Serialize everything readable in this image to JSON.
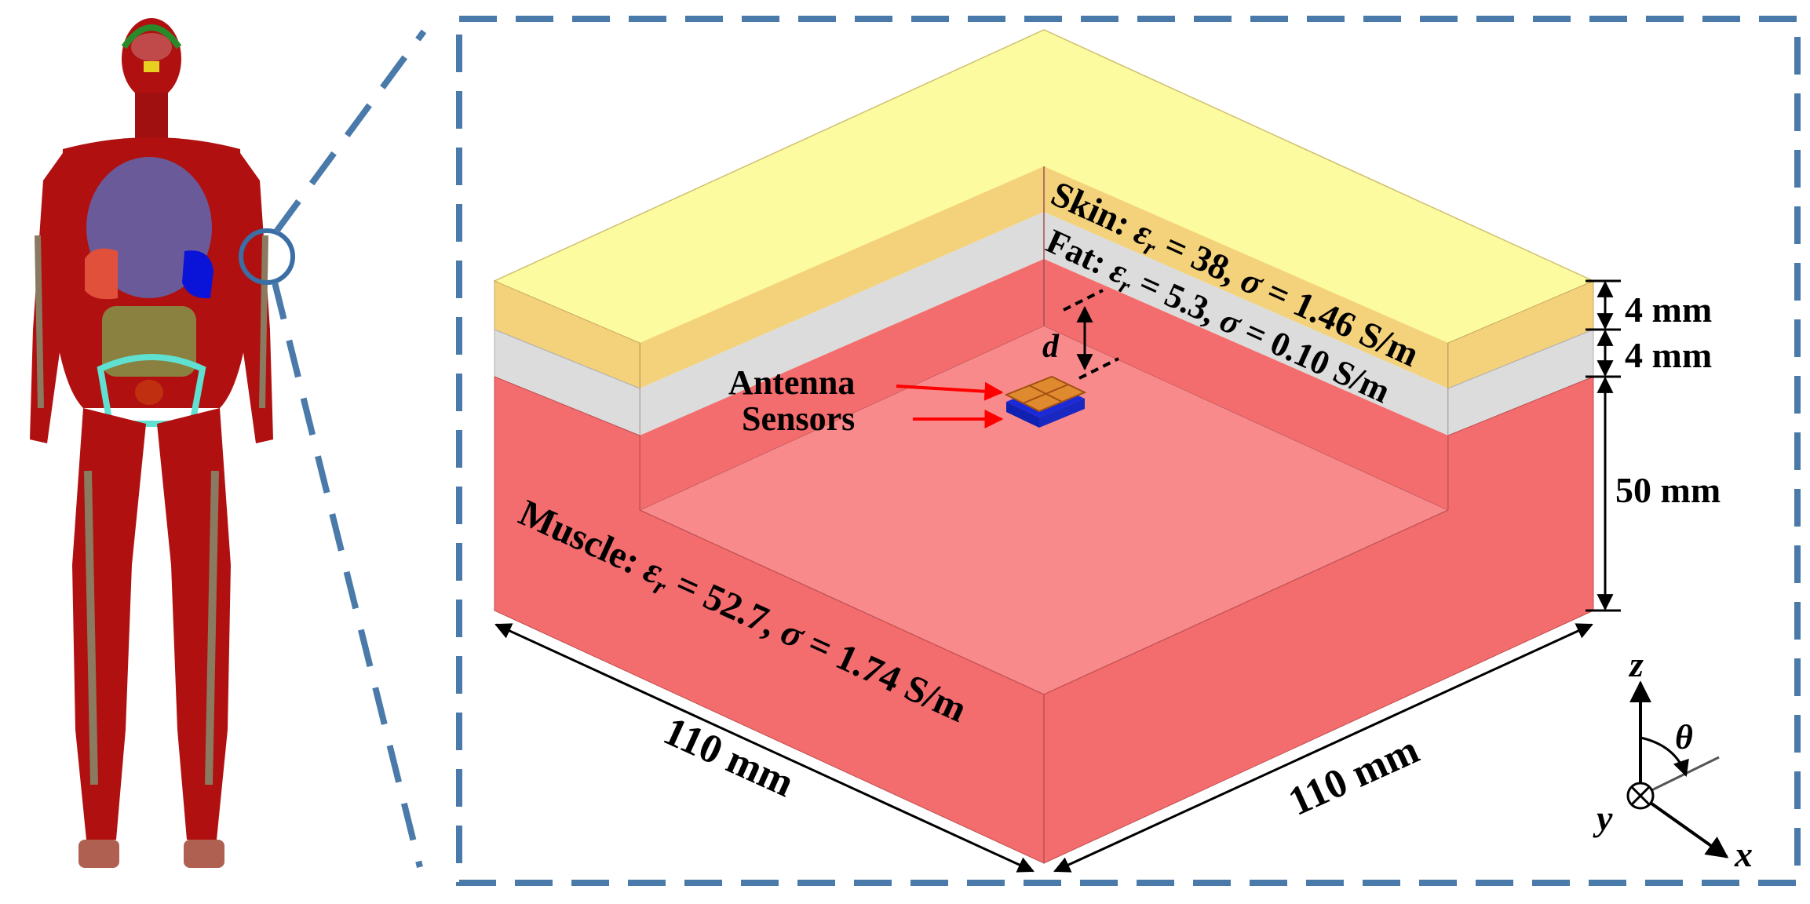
{
  "layers": {
    "skin": {
      "name": "Skin",
      "eps": "38",
      "sigma": "1.46 S/m",
      "thickness": "4 mm",
      "color_top": "#fdfba0",
      "color_side": "#f4d27c"
    },
    "fat": {
      "name": "Fat",
      "eps": "5.3",
      "sigma": "0.10 S/m",
      "thickness": "4 mm",
      "color": "#dcdcdc"
    },
    "muscle": {
      "name": "Muscle",
      "eps": "52.7",
      "sigma": "1.74 S/m",
      "thickness": "50 mm",
      "color_side": "#f36c6e",
      "color_floor": "#f98a8c"
    }
  },
  "labels": {
    "skin_prefix": "Skin: ",
    "fat_prefix": "Fat: ",
    "muscle_prefix": "Muscle: ",
    "eps_symbol": "ε",
    "eps_sub": "r",
    "sigma_symbol": "σ",
    "equals": " = ",
    "comma": ", ",
    "antenna": "Antenna",
    "sensors": "Sensors",
    "d": "d",
    "width_left": "110 mm",
    "width_right": "110 mm",
    "dim_skin": "4 mm",
    "dim_fat": "4 mm",
    "dim_muscle": "50 mm"
  },
  "axes": {
    "z": "z",
    "y": "y",
    "x": "x",
    "theta": "θ"
  },
  "colors": {
    "frame": "#4a7aaa",
    "arrow": "#ff0000",
    "dim": "#000000",
    "zoom_ring": "#3a6ea5"
  }
}
